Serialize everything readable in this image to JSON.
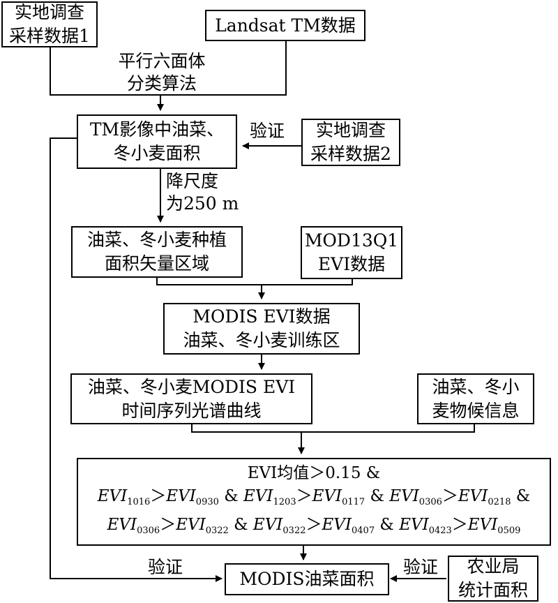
{
  "boxes": {
    "survey1": [
      "实地调查",
      "采样数据1"
    ],
    "landsat": [
      "Landsat TM数据"
    ],
    "tm_area": [
      "TM影像中油菜、",
      "冬小麦面积"
    ],
    "survey2": [
      "实地调查",
      "采样数据2"
    ],
    "vector_region": [
      "油菜、冬小麦种植",
      "面积矢量区域"
    ],
    "mod13q1": [
      "MOD13Q1",
      "EVI数据"
    ],
    "modis_training": [
      "MODIS EVI数据",
      "油菜、冬小麦训练区"
    ],
    "timeseries": [
      "油菜、冬小麦MODIS EVI",
      "时间序列光谱曲线"
    ],
    "phenology": [
      "油菜、冬小",
      "麦物候信息"
    ],
    "modis_area": [
      "MODIS油菜面积"
    ],
    "stats": [
      "农业局",
      "统计面积"
    ]
  },
  "criteria": {
    "line1": "EVI均值＞0.15 &",
    "line2": [
      {
        "a": "1016",
        "b": "0930"
      },
      {
        "a": "1203",
        "b": "0117"
      },
      {
        "a": "0306",
        "b": "0218"
      }
    ],
    "line3": [
      {
        "a": "0306",
        "b": "0322"
      },
      {
        "a": "0322",
        "b": "0407"
      },
      {
        "a": "0423",
        "b": "0509"
      }
    ],
    "var": "EVI",
    "gt": "＞",
    "and": "&"
  },
  "labels": {
    "classify": [
      "平行六面体",
      "分类算法"
    ],
    "verify": "验证",
    "downscale": [
      "降尺度",
      "为250 m"
    ]
  }
}
